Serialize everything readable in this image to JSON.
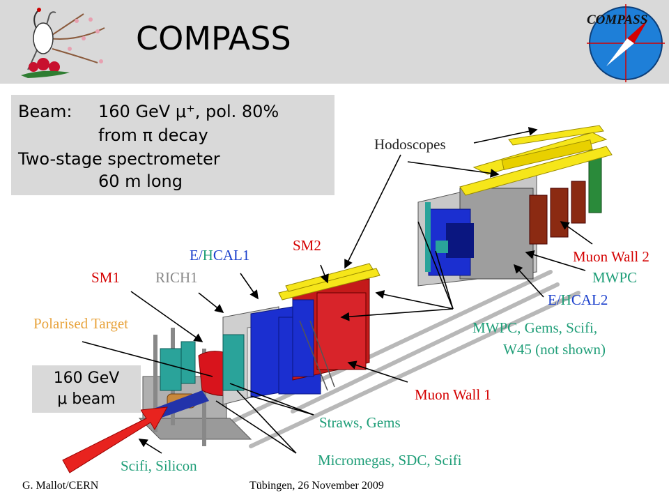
{
  "title": "COMPASS",
  "logo_text": "COMPASS",
  "info": {
    "beam_label": "Beam:",
    "beam_value": "160 GeV μ⁺, pol. 80%",
    "beam_source": "from π decay",
    "spectrometer_line1": "Two-stage spectrometer",
    "spectrometer_line2": "60 m long"
  },
  "beam_box": {
    "line1": "160 GeV",
    "line2": "μ beam"
  },
  "labels": {
    "hodoscopes": "Hodoscopes",
    "sm2": "SM2",
    "ehcal1_e": "E/",
    "ehcal1_h": "HCAL1",
    "sm1": "SM1",
    "rich1": "RICH1",
    "polarised_target": "Polarised Target",
    "muon_wall_2": "Muon Wall 2",
    "mwpc": "MWPC",
    "ehcal2_e": "E/",
    "ehcal2_h": "HCAL2",
    "mwpc_gems_line1": "MWPC, Gems, Scifi,",
    "mwpc_gems_line2": "W45 (not shown)",
    "muon_wall_1": "Muon Wall 1",
    "straws_gems": "Straws, Gems",
    "micromegas": "Micromegas,  SDC, Scifi",
    "scifi_silicon": "Scifi, Silicon"
  },
  "footer": {
    "author": "G. Mallot/CERN",
    "place_date": "Tübingen, 26 November 2009"
  },
  "colors": {
    "red": "#d40000",
    "blue": "#1a3fcc",
    "orange": "#e8a33c",
    "green": "#1f9e78",
    "grey": "#888888",
    "banner": "#d9d9d9"
  }
}
